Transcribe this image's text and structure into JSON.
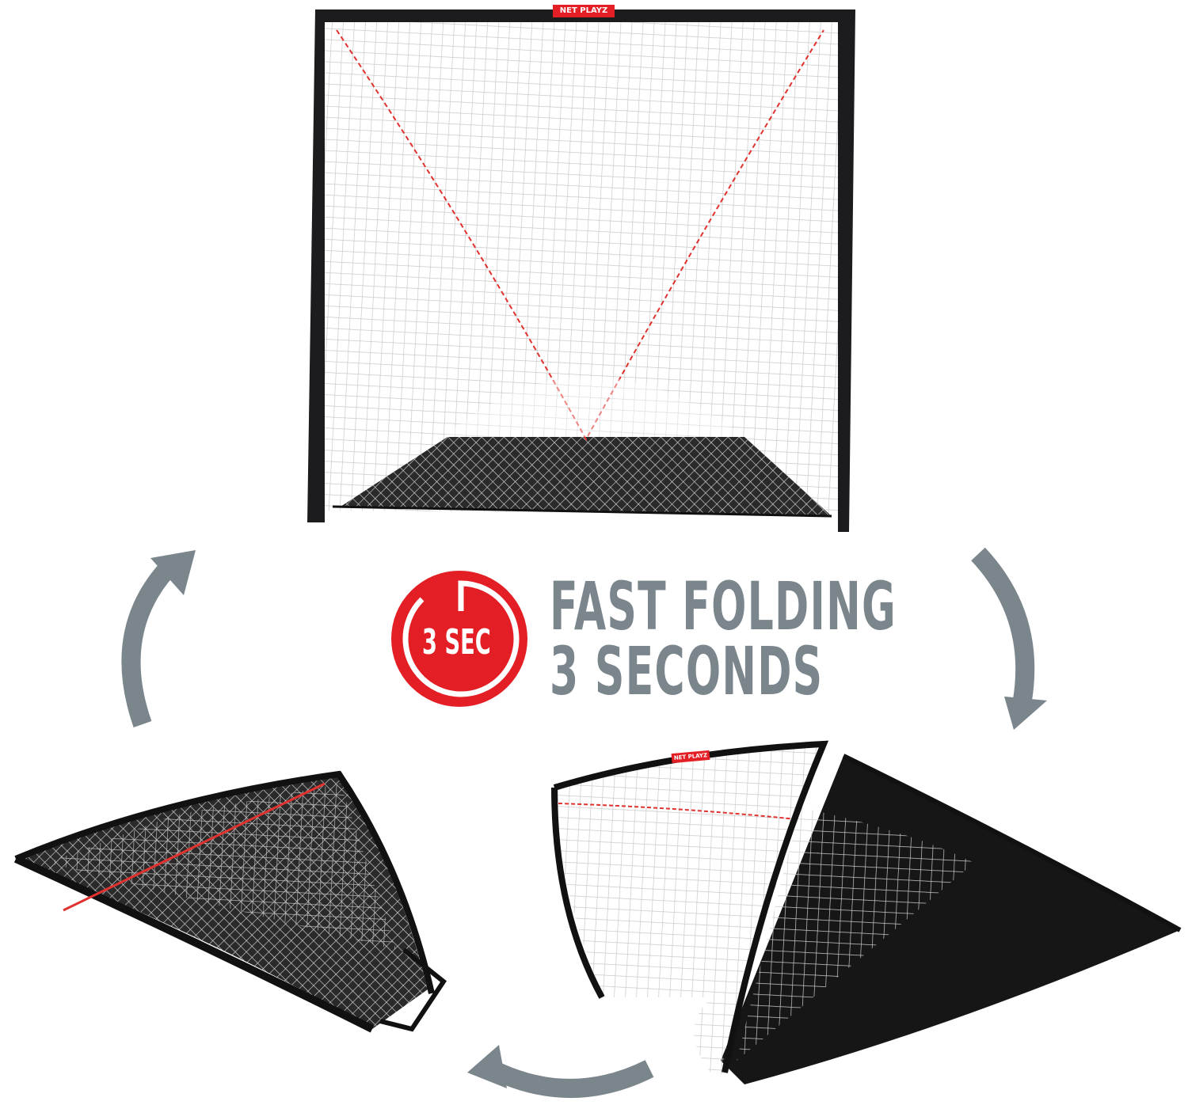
{
  "brand": {
    "logo_text": "NET PLAYZ",
    "color": "#e31e24"
  },
  "badge": {
    "label": "3 SEC",
    "color": "#e31e24"
  },
  "headline": {
    "line1": "FAST FOLDING",
    "line2": "3 SECONDS",
    "color": "#7a858c"
  },
  "arrow_color": "#7a858c",
  "icons": [
    "timer-icon",
    "cycle-arrow-icon"
  ]
}
